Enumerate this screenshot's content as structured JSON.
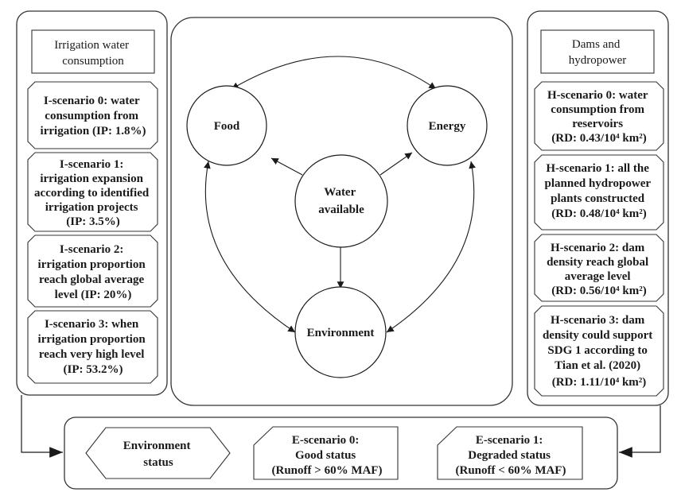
{
  "left_panel": {
    "header": [
      "Irrigation water",
      "consumption"
    ],
    "scenarios": [
      [
        "I-scenario 0: water",
        "consumption from",
        "irrigation (IP: 1.8%)"
      ],
      [
        "I-scenario 1:",
        "irrigation expansion",
        "according to identified",
        "irrigation projects",
        "(IP: 3.5%)"
      ],
      [
        "I-scenario 2:",
        "irrigation proportion",
        "reach global average",
        "level (IP: 20%)"
      ],
      [
        "I-scenario 3: when",
        "irrigation proportion",
        "reach very high level",
        "(IP: 53.2%)"
      ]
    ]
  },
  "center_panel": {
    "nodes": {
      "food": "Food",
      "energy": "Energy",
      "water": [
        "Water",
        "available"
      ],
      "environment": "Environment"
    }
  },
  "right_panel": {
    "header": [
      "Dams and",
      "hydropower"
    ],
    "scenarios": [
      [
        "H-scenario 0: water",
        "consumption from",
        "reservoirs",
        "(RD: 0.43/10⁴ km²)"
      ],
      [
        "H-scenario 1: all the",
        "planned hydropower",
        "plants constructed",
        "(RD: 0.48/10⁴ km²)"
      ],
      [
        "H-scenario 2: dam",
        "density reach global",
        "average level",
        "(RD: 0.56/10⁴ km²)"
      ],
      [
        "H-scenario 3: dam",
        "density could support",
        "SDG 1 according to",
        "Tian et al. (2020)",
        "(RD: 1.11/10⁴ km²)"
      ]
    ]
  },
  "bottom_panel": {
    "status_label": [
      "Environment",
      "status"
    ],
    "e_scenario_0": [
      "E-scenario 0:",
      "Good status",
      "(Runoff > 60% MAF)"
    ],
    "e_scenario_1": [
      "E-scenario 1:",
      "Degraded status",
      "(Runoff < 60% MAF)"
    ]
  }
}
